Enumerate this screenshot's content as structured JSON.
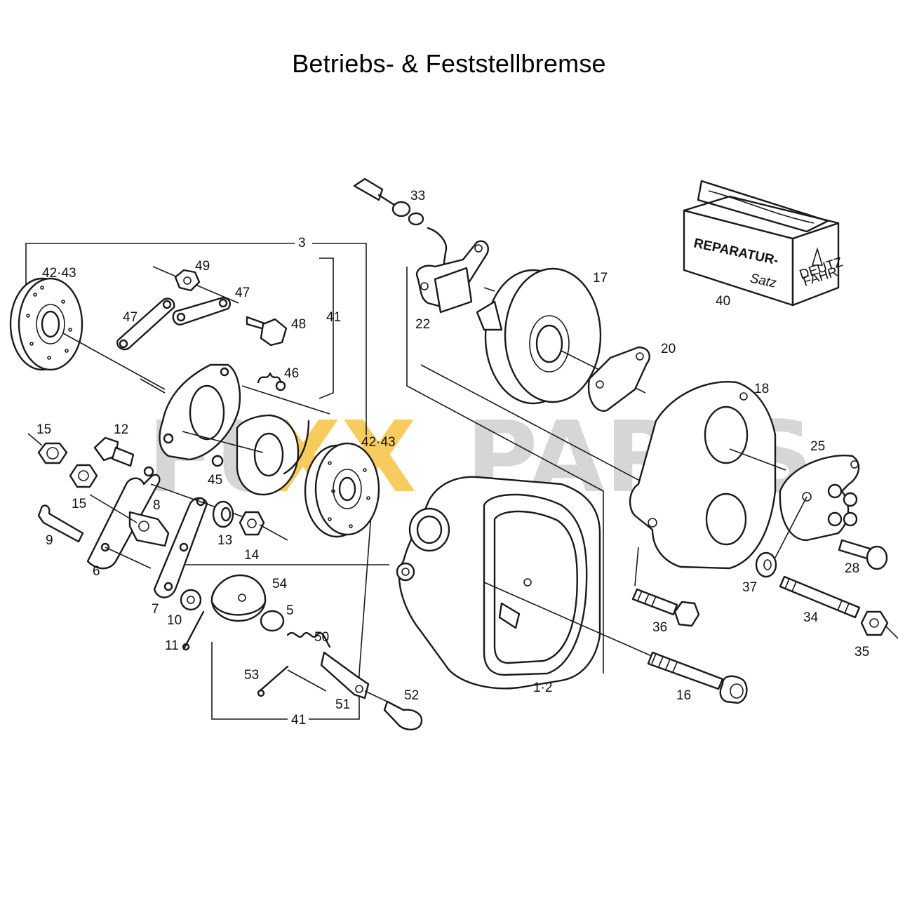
{
  "title": "Betriebs- & Feststellbremse",
  "watermark": {
    "left": "FU",
    "mid": "XX",
    "right": "PARTS",
    "accent_color": "#f6c343",
    "gray_color": "#d0d0d0"
  },
  "box_text": {
    "line1": "REPARATUR-",
    "line2": "Satz",
    "brand1": "DEUTZ",
    "brand2": "FAHR"
  },
  "callouts": {
    "c3": "3",
    "c33": "33",
    "c40": "40",
    "c4243a": "42·43",
    "c49": "49",
    "c47a": "47",
    "c47b": "47",
    "c48": "48",
    "c41a": "41",
    "c46": "46",
    "c17": "17",
    "c22": "22",
    "c20": "20",
    "c18": "18",
    "c15a": "15",
    "c12": "12",
    "c45": "45",
    "c4243b": "42·43",
    "c25": "25",
    "c15b": "15",
    "c8": "8",
    "c9": "9",
    "c13": "13",
    "c14": "14",
    "c6": "6",
    "c54": "54",
    "c7": "7",
    "c10": "10",
    "c5": "5",
    "c11": "11",
    "c50": "50",
    "c53": "53",
    "c51": "51",
    "c52": "52",
    "c41b": "41",
    "c12b": "1·2",
    "c16": "16",
    "c28": "28",
    "c37": "37",
    "c34": "34",
    "c36": "36",
    "c35": "35"
  }
}
